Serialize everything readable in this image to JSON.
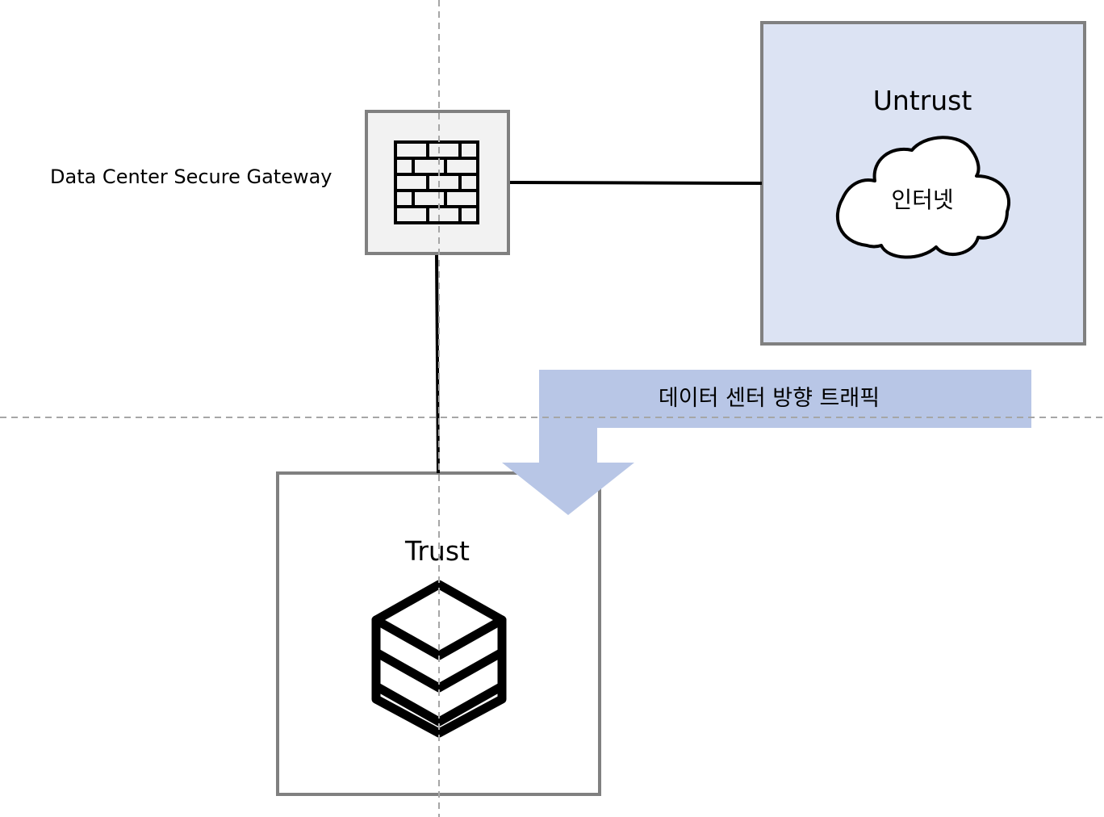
{
  "gateway": {
    "label": "Data Center Secure Gateway",
    "icon": "firewall-brick-icon"
  },
  "untrust_zone": {
    "title": "Untrust",
    "cloud_label": "인터넷",
    "fill_color": "#dce3f3",
    "border_color": "#808080",
    "icon": "cloud-icon"
  },
  "trust_zone": {
    "title": "Trust",
    "icon": "server-stack-icon",
    "border_color": "#808080"
  },
  "traffic_flow": {
    "label": "데이터 센터 방향 트래픽",
    "color": "#b8c6e6",
    "icon": "flow-arrow-down"
  },
  "colors": {
    "gateway_fill": "#f2f2f2",
    "guide_lines": "#a6a6a6",
    "connector": "#000000"
  }
}
